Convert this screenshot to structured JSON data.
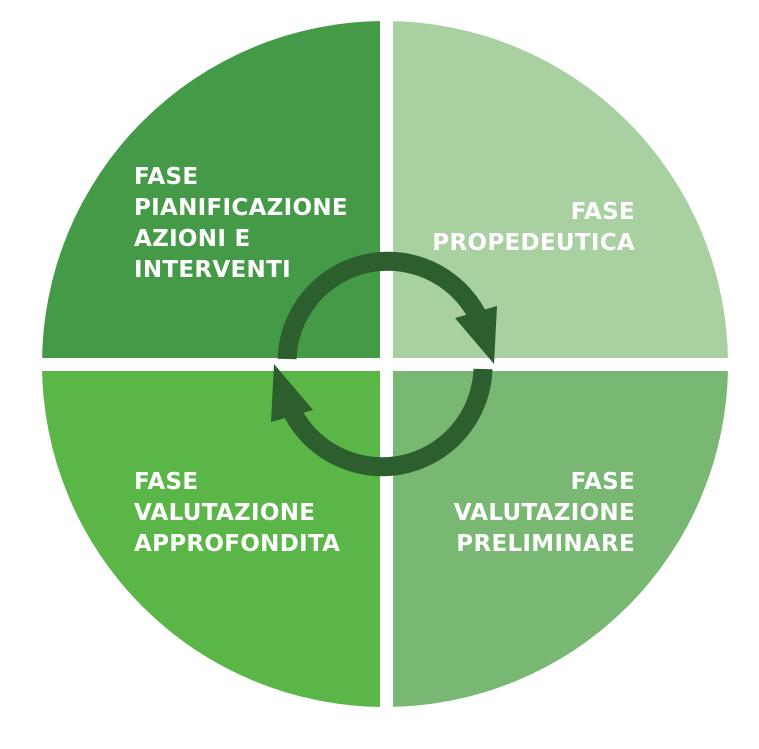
{
  "phases": {
    "top_left": {
      "label": "FASE\nPIANIFICAZIONE\nAZIONI E\nINTERVENTI",
      "color": "#449A47"
    },
    "top_right": {
      "label": "FASE\nPROPEDEUTICA",
      "color": "#A8D0A1"
    },
    "bottom_left": {
      "label": "FASE\nVALUTAZIONE\nAPPROFONDITA",
      "color": "#5BB648"
    },
    "bottom_right": {
      "label": "FASE\nVALUTAZIONE\nPRELIMINARE",
      "color": "#78B872"
    }
  },
  "cycle_arrows": {
    "icon": "cycle-arrows-icon",
    "color": "#2C5E2E"
  }
}
